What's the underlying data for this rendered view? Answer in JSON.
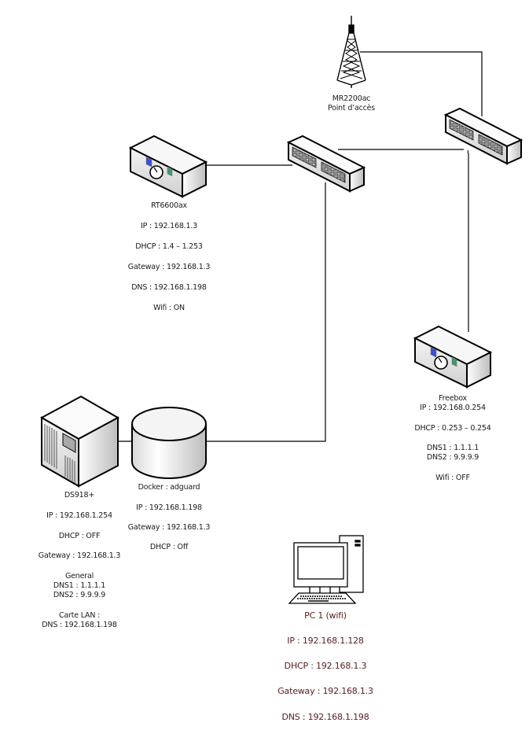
{
  "diagram": {
    "type": "network-topology",
    "nodes": {
      "access_point": {
        "icon": "radio-tower-icon",
        "name": "MR2200ac",
        "role": "Point d’accès"
      },
      "switch_top": {
        "icon": "network-switch-icon"
      },
      "switch_mid": {
        "icon": "network-switch-icon"
      },
      "router": {
        "icon": "router-icon",
        "name": "RT6600ax",
        "ip": "IP : 192.168.1.3",
        "dhcp": "DHCP : 1.4 – 1.253",
        "gateway": "Gateway : 192.168.1.3",
        "dns": "DNS : 192.168.1.198",
        "wifi": "Wifi : ON"
      },
      "freebox": {
        "icon": "router-icon",
        "name": "Freebox",
        "ip": "IP : 192.168.0.254",
        "dhcp": "DHCP : 0.253 – 0.254",
        "dns1": "DNS1 : 1.1.1.1",
        "dns2": "DNS2 : 9.9.9.9",
        "wifi": "Wifi : OFF"
      },
      "nas": {
        "icon": "server-icon",
        "name": "DS918+",
        "ip": "IP : 192.168.1.254",
        "dhcp": "DHCP : OFF",
        "gateway": "Gateway : 192.168.1.3",
        "general_title": "General",
        "dns1": "DNS1 : 1.1.1.1",
        "dns2": "DNS2 : 9.9.9.9",
        "lan_title": "Carte LAN :",
        "lan_dns": "DNS : 192.168.1.198"
      },
      "docker": {
        "icon": "database-icon",
        "name": "Docker : adguard",
        "ip": "IP : 192.168.1.198",
        "gateway": "Gateway : 192.168.1.3",
        "dhcp": "DHCP : Off"
      },
      "pc": {
        "icon": "desktop-computer-icon",
        "name": "PC 1 (wifi)",
        "ip": "IP : 192.168.1.128",
        "dhcp": "DHCP : 192.168.1.3",
        "gateway": "Gateway : 192.168.1.3",
        "dns": "DNS : 192.168.1.198"
      }
    },
    "edges": [
      {
        "from": "access_point",
        "to": "switch_top"
      },
      {
        "from": "router",
        "to": "switch_mid"
      },
      {
        "from": "switch_mid",
        "to": "switch_top"
      },
      {
        "from": "switch_mid",
        "to": "docker"
      },
      {
        "from": "switch_top",
        "to": "freebox"
      },
      {
        "from": "nas",
        "to": "docker"
      }
    ],
    "colors": {
      "line": "#000000",
      "pc_text": "#5a2020",
      "led_blue": "#3a4fd8",
      "led_green": "#3e9a6c"
    }
  }
}
